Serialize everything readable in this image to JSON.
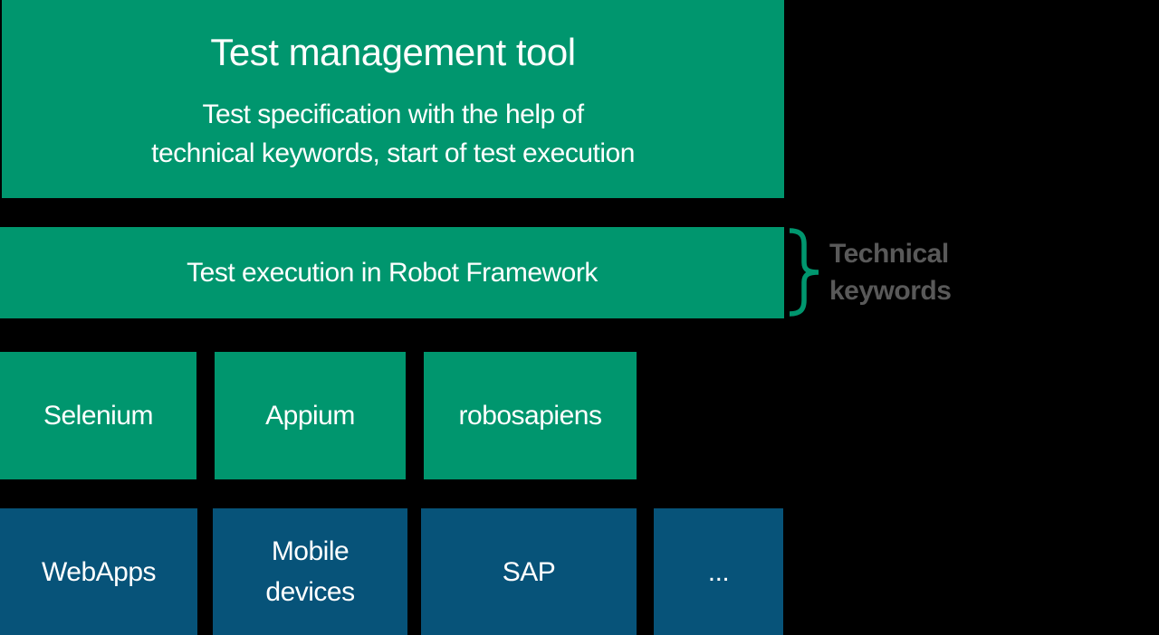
{
  "colors": {
    "background": "#000000",
    "green": "#00966E",
    "blue": "#075379",
    "annotation_gray": "#595959",
    "text": "#ffffff"
  },
  "top_box": {
    "title": "Test management tool",
    "subtitle_line1": "Test specification with the help of",
    "subtitle_line2": "technical keywords, start of test execution"
  },
  "robot_box": {
    "label": "Test execution in Robot Framework"
  },
  "annotation": {
    "line1": "Technical",
    "line2": "keywords",
    "brace_icon": "right-curly-brace"
  },
  "tool_boxes": [
    {
      "label": "Selenium"
    },
    {
      "label": "Appium"
    },
    {
      "label": "robosapiens"
    }
  ],
  "target_boxes": [
    {
      "label": "WebApps"
    },
    {
      "label": "Mobile devices"
    },
    {
      "label": "SAP"
    },
    {
      "label": "..."
    }
  ]
}
